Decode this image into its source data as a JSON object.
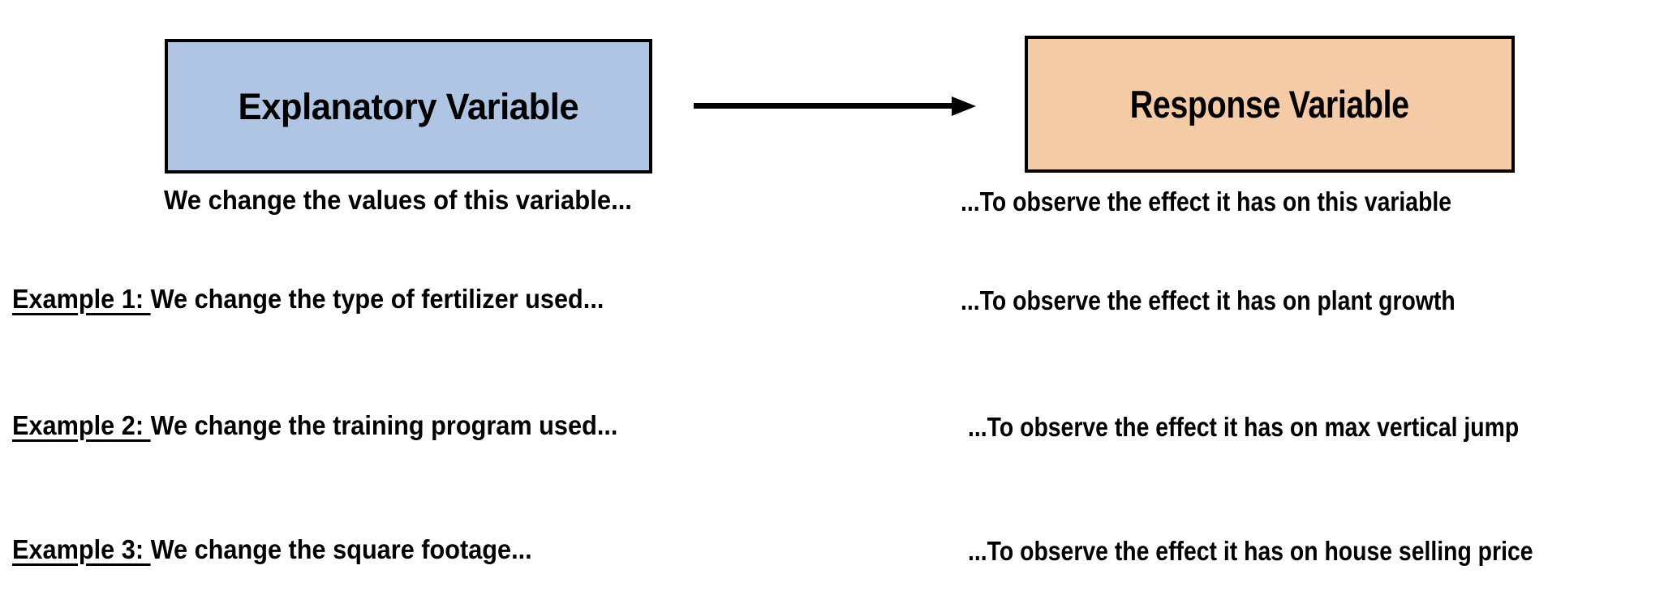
{
  "diagram": {
    "explanatory_box": {
      "label": "Explanatory Variable",
      "fill_color": "#b0c4e4",
      "border_color": "#000000"
    },
    "response_box": {
      "label": "Response Variable",
      "fill_color": "#f5cba7",
      "border_color": "#000000"
    },
    "arrow": {
      "name": "right-arrow",
      "color": "#000000",
      "direction": "left-to-right"
    },
    "captions": {
      "explanatory": "We change the values of this variable...",
      "response": "...To observe the effect it has on this variable"
    },
    "examples": [
      {
        "tag": "Example 1: ",
        "cause": "We change the type of fertilizer used...",
        "effect": "...To observe the effect it has on plant growth"
      },
      {
        "tag": "Example 2: ",
        "cause": "We change the training program used...",
        "effect": "...To observe the effect it has on max vertical jump"
      },
      {
        "tag": "Example 3: ",
        "cause": "We change the square footage...",
        "effect": "...To observe the effect it has on house selling price"
      }
    ]
  }
}
